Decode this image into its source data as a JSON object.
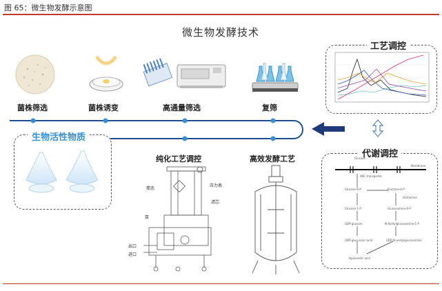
{
  "figure_caption": "图 65：微生物发酵示意图",
  "title": "微生物发酵技术",
  "steps": [
    {
      "label": "菌株筛选"
    },
    {
      "label": "菌株诱变"
    },
    {
      "label": "高通量筛选"
    },
    {
      "label": "复筛"
    }
  ],
  "bio_box": {
    "label": "生物活性物质"
  },
  "process": {
    "purification_label": "纯化工艺调控",
    "fermentation_label": "高效发酵工艺",
    "equipment_labels": [
      "搅态",
      "压力表",
      "滤芯",
      "泵",
      "出口",
      "进口"
    ]
  },
  "process_control": {
    "title": "工艺调控"
  },
  "metabolic_control": {
    "title": "代谢调控",
    "pathway_labels": [
      "Glucose",
      "Membrane",
      "ABC transporter",
      "Glucose-6-P",
      "Fructose-6-P",
      "Glucose-1-P",
      "UDP-glucose",
      "UDP-glucuronic acid",
      "Glutamine",
      "Glucosamine-6-P",
      "N-Acetylglucosamine-1-P",
      "UDP-N-acetylglucosamine",
      "Hyaluronic acid"
    ]
  },
  "colors": {
    "accent_red": "#c0392b",
    "timeline_blue": "#1f4e8c",
    "node_blue": "#3a8fd0",
    "arrow_navy": "#1f3a78"
  }
}
